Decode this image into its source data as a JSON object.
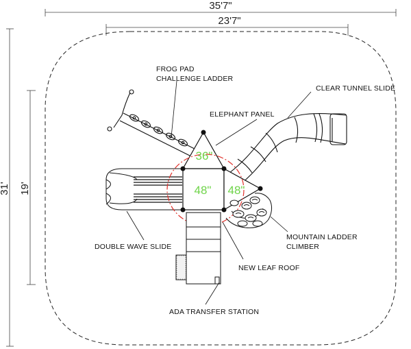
{
  "dimensions": {
    "overall_width": "35'7\"",
    "inner_width": "23'7\"",
    "overall_depth": "31'",
    "inner_depth": "19'"
  },
  "labels": {
    "frog_pad_line1": "FROG PAD",
    "frog_pad_line2": "CHALLENGE LADDER",
    "clear_tunnel_slide": "CLEAR TUNNEL SLIDE",
    "elephant_panel": "ELEPHANT PANEL",
    "double_wave_slide": "DOUBLE WAVE SLIDE",
    "mountain_ladder_line1": "MOUNTAIN LADDER",
    "mountain_ladder_line2": "CLIMBER",
    "new_leaf_roof": "NEW LEAF ROOF",
    "ada_transfer_station": "ADA TRANSFER STATION"
  },
  "deck_heights": {
    "triangle_deck": "36\"",
    "square_deck": "48\"",
    "side_deck": "48\""
  },
  "colors": {
    "line": "#111111",
    "deck_height_text": "#6fd44a",
    "roof_outline": "#e0302a"
  }
}
